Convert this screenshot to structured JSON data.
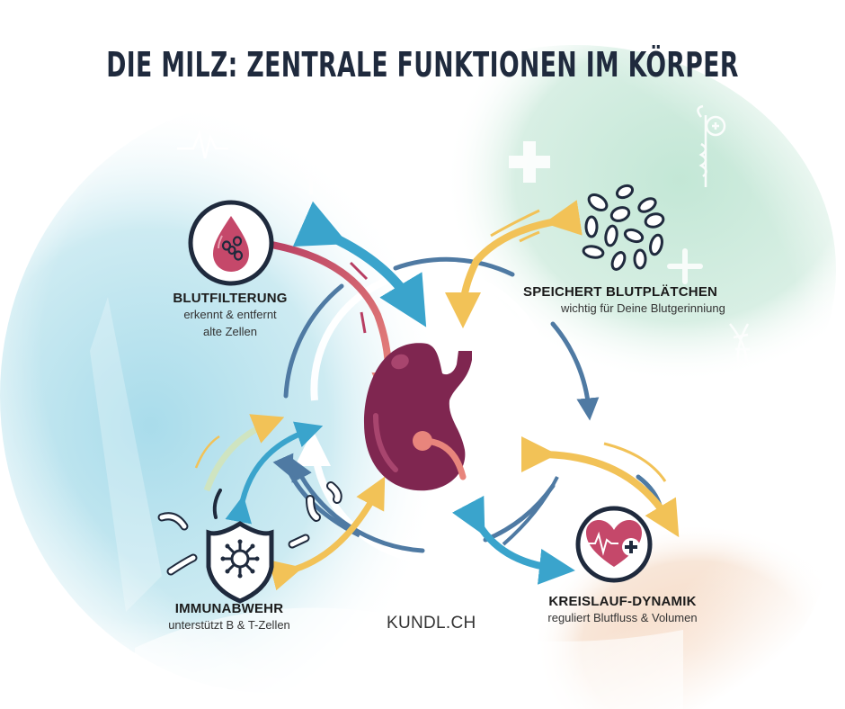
{
  "title": "DIE MILZ: ZENTRALE FUNKTIONEN IM KÖRPER",
  "center": {
    "organ": "Milz",
    "icon": "spleen-icon",
    "color": "#7f2650"
  },
  "functions": [
    {
      "id": "blutfilterung",
      "heading": "BLUTFILTERUNG",
      "lines": [
        "erkennt & entfernt",
        "alte Zellen"
      ],
      "icon": "blood-drop-icon",
      "arrow_color": "#3aa4cc"
    },
    {
      "id": "blutplaettchen",
      "heading": "SPEICHERT BLUTPLÄTCHEN",
      "lines": [
        "wichtig für Deine Blutgerinniung"
      ],
      "icon": "platelets-icon",
      "arrow_color": "#f2c257"
    },
    {
      "id": "immunabwehr",
      "heading": "IMMUNABWEHR",
      "lines": [
        "unterstützt B & T-Zellen"
      ],
      "icon": "shield-virus-icon",
      "arrow_color": "#3aa4cc"
    },
    {
      "id": "kreislauf",
      "heading": "KREISLAUF-DYNAMIK",
      "lines": [
        "reguliert Blutfluss & Volumen"
      ],
      "icon": "heart-pulse-plus-icon",
      "arrow_color": "#3aa4cc"
    }
  ],
  "brand": "KUNDL.CH",
  "colors": {
    "title": "#1f2a3d",
    "dark_outline": "#1f2a3d",
    "spleen": "#7f2650",
    "salmon": "#e8857c",
    "blue_arrow": "#3aa4cc",
    "steel_arrow": "#4f7aa3",
    "yellow_arrow": "#f2c257",
    "heart_red": "#c5486a",
    "bg_blue": "#bfe6f0",
    "bg_green": "#cfeadd",
    "bg_peach": "#f8e0cd"
  },
  "decorations": [
    "ecg-icon",
    "caduceus-icon",
    "heart-icon",
    "cross-icon",
    "rod-of-asclepius-icon",
    "dna-icon",
    "flower-icon"
  ]
}
